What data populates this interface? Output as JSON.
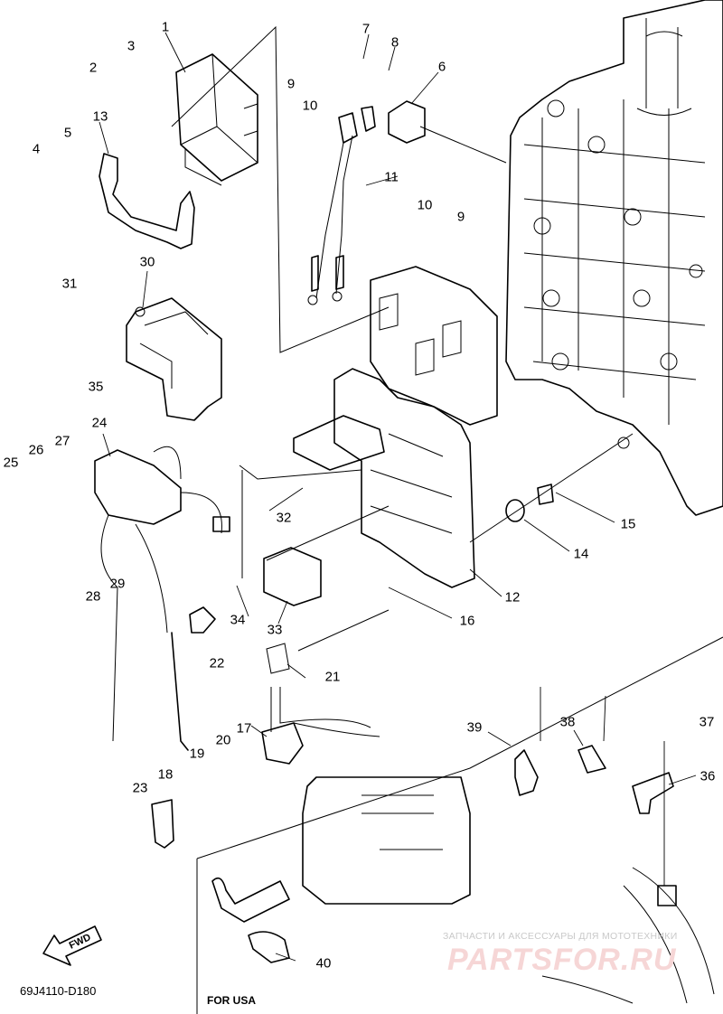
{
  "diagram": {
    "code": "69J4110-D180",
    "inset_title": "FOR USA",
    "direction_label": "FWD",
    "watermark_line1": "ЗАПЧАСТИ И АКСЕССУАРЫ ДЛЯ МОТОТЕХНИКИ",
    "watermark_line2": "PARTSFOR.RU",
    "callouts": [
      "1",
      "2",
      "3",
      "4",
      "5",
      "6",
      "7",
      "8",
      "9",
      "9",
      "10",
      "10",
      "11",
      "12",
      "13",
      "14",
      "15",
      "16",
      "17",
      "18",
      "19",
      "20",
      "21",
      "22",
      "23",
      "24",
      "25",
      "26",
      "27",
      "28",
      "29",
      "30",
      "31",
      "32",
      "33",
      "34",
      "35",
      "36",
      "37",
      "38",
      "39",
      "40"
    ]
  }
}
